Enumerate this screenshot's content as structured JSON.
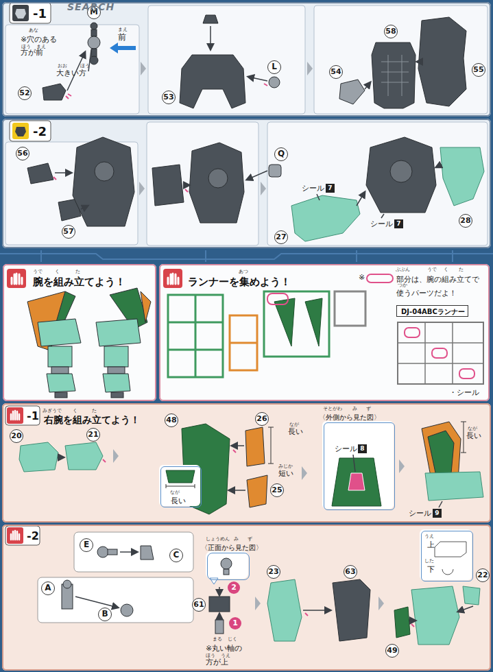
{
  "diagram": {
    "nodes": [
      {
        "text": [
          "-1"
        ]
      },
      {
        "text": [
          "-2"
        ]
      },
      {
        "text": [
          "腕を組み立てよう！"
        ]
      },
      {
        "text": [
          "ランナーを集めよう！"
        ]
      },
      {
        "text": [
          "DJ-04ABCランナー"
        ],
        "in": 3
      },
      {
        "text": [
          "-1",
          "右腕を組み立てよう！"
        ]
      },
      {
        "text": [
          "長い"
        ],
        "in": 5
      },
      {
        "text": [
          "〈外側から見た図〉"
        ],
        "in": 5
      },
      {
        "text": [
          "-2"
        ]
      },
      {
        "text": [
          "〈正面から見た図〉"
        ],
        "in": 8
      },
      {
        "text": [
          "上",
          "下"
        ],
        "in": 8
      }
    ],
    "labels": [
      "あな",
      "ほう",
      "まえ",
      "※穴のある方が前",
      "M",
      "まえ",
      "前",
      "おお",
      "ほう",
      "大きい方",
      "52",
      "53",
      "L",
      "58",
      "54",
      "55",
      "56",
      "57",
      "Q",
      "シール",
      "7",
      "27",
      "シール",
      "7",
      "28",
      "うで",
      "く",
      "た",
      "あつ",
      "※",
      "ぶぶん",
      "うで",
      "く",
      "た",
      "つか",
      "部分は、腕の組み立てで使うパーツだよ！",
      "・シール",
      "みぎうで",
      "く",
      "た",
      "20",
      "21",
      "48",
      "26",
      "なが",
      "長い",
      "みじか",
      "短い",
      "25",
      "なが",
      "そとがわ",
      "み",
      "ず",
      "シール",
      "8",
      "なが",
      "長い",
      "シール",
      "9",
      "E",
      "C",
      "A",
      "B",
      "しょうめん",
      "み",
      "ず",
      "2",
      "61",
      "1",
      "まる",
      "じく",
      "※丸い軸の方が上",
      "ほう",
      "うえ",
      "23",
      "63",
      "うえ",
      "した",
      "22",
      "49",
      "SEARCH"
    ]
  }
}
